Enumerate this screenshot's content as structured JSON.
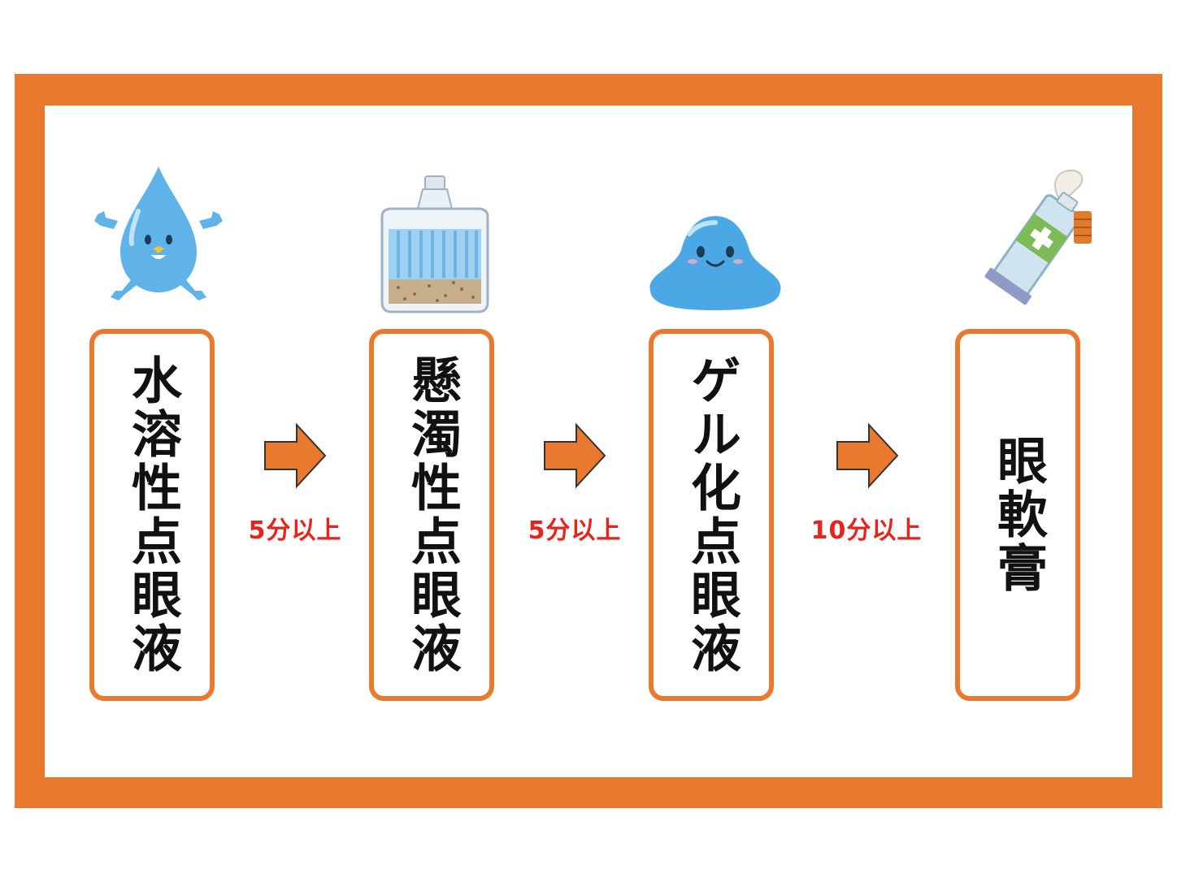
{
  "colors": {
    "frame": "#e8792f",
    "arrow": "#e8792f",
    "interval_text": "#e8231c",
    "label_text": "#111111"
  },
  "steps": [
    {
      "label": "水溶性点眼液",
      "icon": "water-drop-character-icon"
    },
    {
      "label": "懸濁性点眼液",
      "icon": "suspension-bottle-icon"
    },
    {
      "label": "ゲル化点眼液",
      "icon": "gel-slime-icon"
    },
    {
      "label": "眼軟膏",
      "icon": "ointment-tube-icon"
    }
  ],
  "intervals": [
    "5分以上",
    "5分以上",
    "10分以上"
  ]
}
